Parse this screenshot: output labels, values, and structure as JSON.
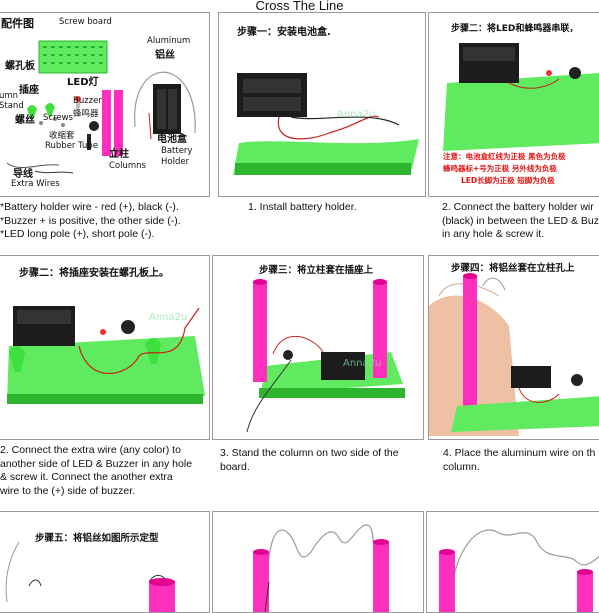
{
  "page": {
    "title": "Cross The Line"
  },
  "panels": {
    "parts": {
      "header": "配件图",
      "labels": {
        "screw_board": "Screw board",
        "screw_board_cn": "螺孔板",
        "socket_cn": "插座",
        "column_stand_a": "umn",
        "column_stand_b": "Stand",
        "led_cn": "LED灯",
        "buzzer": "Buzzer",
        "buzzer_cn": "蜂鸣器",
        "aluminum": "Aluminum",
        "aluminum_cn": "铝丝",
        "screws_cn": "螺丝",
        "screws": "Screws",
        "rubber_tube_cn": "收缩套",
        "rubber_tube": "Rubber Tube",
        "column_cn": "立柱",
        "columns": "Columns",
        "battery_holder_cn": "电池盒",
        "battery": "Battery",
        "holder": "Holder",
        "wire_cn": "导线",
        "extra_wires": "Extra Wires"
      },
      "notes": [
        "*Battery holder wire - red (+), black (-).",
        "*Buzzer + is positive, the other side (-).",
        "*LED long pole (+), short pole (-)."
      ]
    },
    "step1": {
      "header": "步骤一：安装电池盒.",
      "watermark": "Anna2u",
      "caption": "1. Install battery holder."
    },
    "step2": {
      "header": "步骤二：将LED和蜂鸣器串联，",
      "notes": [
        "注意：电池盒红线为正极 黑色为负极",
        "蜂鸣器标+号为正极 另外线为负极",
        "LED长脚为正极 短脚为负极"
      ],
      "caption": [
        "2. Connect the battery holder wir",
        "(black) in between the LED & Buz",
        "in any hole & screw it."
      ]
    },
    "step3": {
      "header": "步骤二：将插座安装在螺孔板上。",
      "watermark": "Anna2u",
      "caption": [
        "2. Connect the extra wire (any color) to",
        "another side of LED & Buzzer in any hole",
        "& screw it. Connect the another extra",
        "wire to the (+) side of buzzer."
      ]
    },
    "step4": {
      "header": "步骤三：将立柱套在插座上",
      "watermark": "Anna2u",
      "caption": [
        "3. Stand the column on two side of the",
        "board."
      ]
    },
    "step5": {
      "header": "步骤四：将铝丝套在立柱孔上",
      "caption": [
        "4. Place the aluminum wire on th",
        "column."
      ]
    },
    "step6": {
      "header": "步骤五：将铝丝如图所示定型"
    }
  },
  "colors": {
    "board_green": "#5fea5f",
    "board_dark": "#2fb42f",
    "column_pink": "#ff2fbd",
    "note_red": "#e01515",
    "wire_red": "#c8221e",
    "battery_black": "#1c1c1c"
  }
}
